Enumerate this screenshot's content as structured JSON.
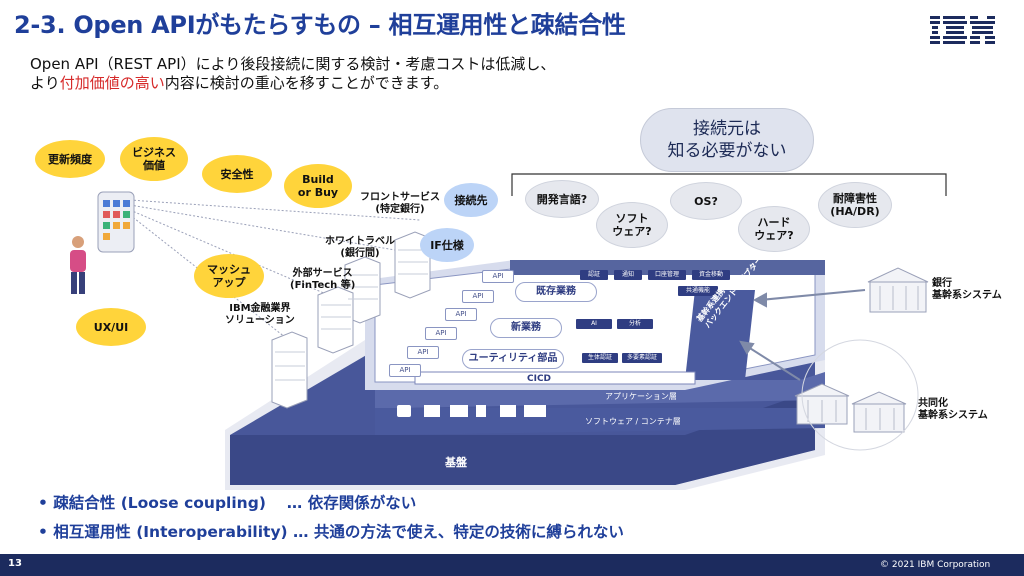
{
  "title": "2-3. Open APIがもたらすもの – 相互運用性と疎結合性",
  "logo_text": "IBM",
  "subtitle": {
    "line1": "Open API（REST API）により後段接続に関する検討・考慮コストは低減し、",
    "line2_before": "より",
    "line2_highlight": "付加価値の高い",
    "line2_after": "内容に検討の重心を移すことができます。"
  },
  "callout": {
    "line1": "接続元は",
    "line2": "知る必要がない"
  },
  "left_bubbles": {
    "update_freq": "更新頻度",
    "business_value_1": "ビジネス",
    "business_value_2": "価値",
    "security": "安全性",
    "build_buy_1": "Build",
    "build_buy_2": "or Buy",
    "mashup_1": "マッシュ",
    "mashup_2": "アップ",
    "uxui": "UX/UI"
  },
  "client_labels": {
    "front_1": "フロントサービス",
    "front_2": "(特定銀行)",
    "whitelabel_1": "ホワイトラベル",
    "whitelabel_2": "(銀行間)",
    "external_1": "外部サービス",
    "external_2": "(FinTech 等)",
    "ibm_1": "IBM金融業界",
    "ibm_2": "ソリューション"
  },
  "blue_bubbles": {
    "connect_to": "接続先",
    "if_spec": "IF仕様"
  },
  "grey_bubbles": {
    "dev_lang": "開発言語?",
    "software_1": "ソフト",
    "software_2": "ウェア?",
    "os": "OS?",
    "hardware_1": "ハード",
    "hardware_2": "ウェア?",
    "fault_1": "耐障害性",
    "fault_2": "(HA/DR)"
  },
  "platform": {
    "api_label": "API",
    "existing": "既存業務",
    "new": "新業務",
    "utility": "ユーティリティ部品",
    "cicd": "CICD",
    "app_layer": "アプリケーション層",
    "sw_layer": "ソフトウェア / コンテナ層",
    "base": "基盤",
    "chips_row1": [
      "認証",
      "通知",
      "口座管理",
      "資金移動"
    ],
    "chip_common": "共通機能",
    "chip_ai": "AI",
    "chip_analysis": "分析",
    "chip_bio": "生体認証",
    "chip_multi": "多要素認証",
    "adapter_1": "基幹系連携",
    "adapter_2": "バックエンドアダプター"
  },
  "right_labels": {
    "bank_1": "銀行",
    "bank_2": "基幹系システム",
    "shared_1": "共同化",
    "shared_2": "基幹系システム"
  },
  "bullets": [
    "•  疎結合性 (Loose coupling)　  … 依存関係がない",
    "•  相互運用性 (Interoperability)  … 共通の方法で使え、特定の技術に縛られない"
  ],
  "page_number": "13",
  "copyright": "© 2021 IBM Corporation",
  "colors": {
    "title": "#1f3f9a",
    "highlight": "#d62a2a",
    "platform": "#3b4a8f",
    "bubble": "#ffd43b",
    "footer": "#1c2b5e"
  }
}
